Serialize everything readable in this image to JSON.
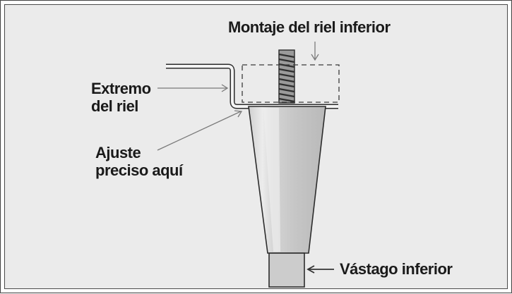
{
  "labels": {
    "mount": "Montaje del riel inferior",
    "rail_end_line1": "Extremo",
    "rail_end_line2": "del riel",
    "adjust_line1": "Ajuste",
    "adjust_line2": "preciso aquí",
    "lower_stem": "Vástago inferior"
  },
  "colors": {
    "background": "#ebebeb",
    "outline": "#4a4a4a",
    "leg_fill": "#c8c8c8",
    "leg_highlight": "#e6e6e6",
    "stem_fill": "#cccccc",
    "text": "#1a1a1a"
  }
}
